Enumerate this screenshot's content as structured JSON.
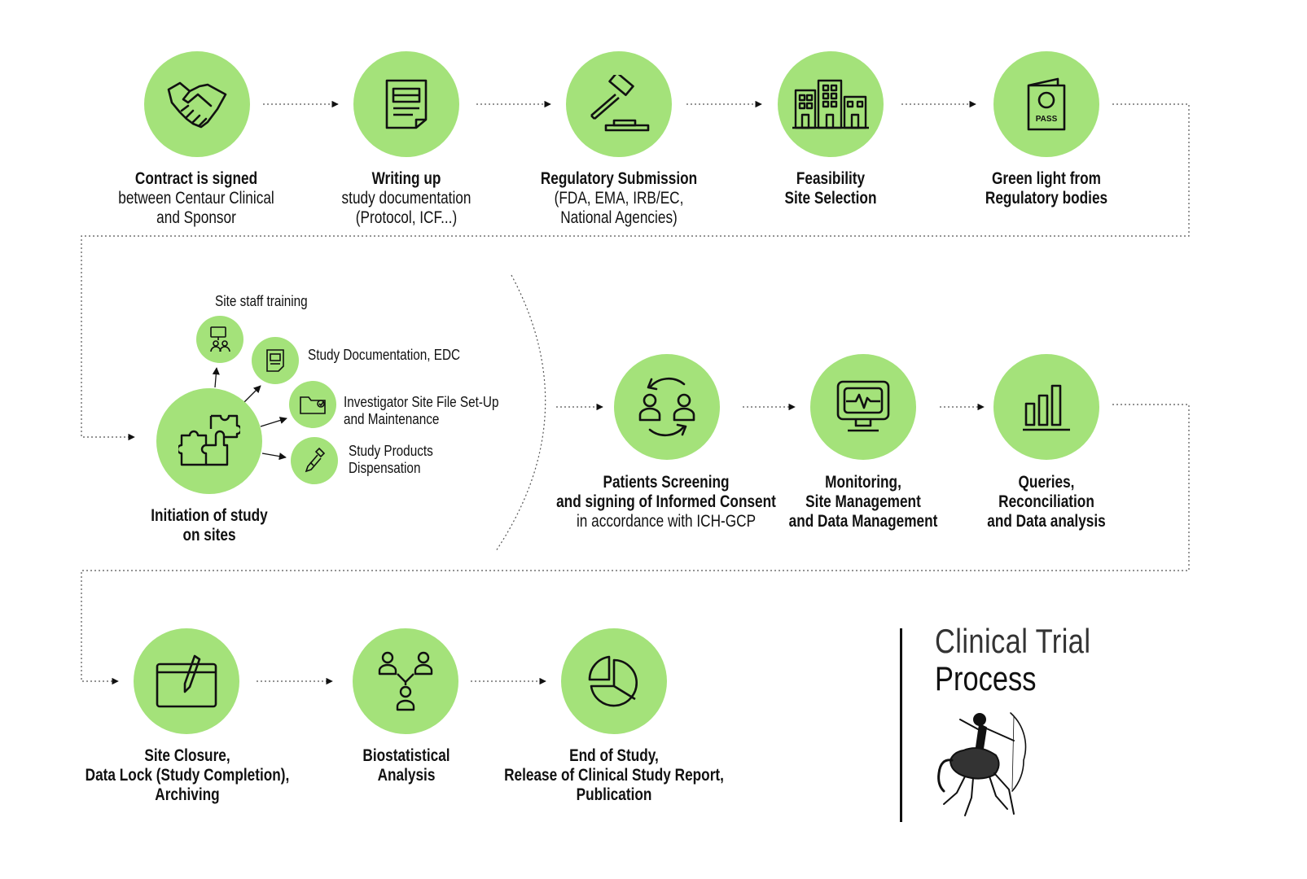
{
  "colors": {
    "circle": "#a4e27a",
    "line": "#555555",
    "text": "#111111"
  },
  "title": {
    "line1": "Clinical Trial",
    "line2": "Process"
  },
  "steps": [
    {
      "icon": "handshake-icon",
      "bold": [
        "Contract is signed"
      ],
      "normal": [
        "between Centaur Clinical",
        "and Sponsor"
      ]
    },
    {
      "icon": "document-icon",
      "bold": [
        "Writing up"
      ],
      "normal": [
        "study documentation",
        "(Protocol, ICF...)"
      ]
    },
    {
      "icon": "gavel-icon",
      "bold": [
        "Regulatory Submission"
      ],
      "normal": [
        "(FDA, EMA, IRB/EC,",
        "National Agencies)"
      ]
    },
    {
      "icon": "buildings-icon",
      "bold": [
        "Feasibility",
        "Site Selection"
      ],
      "normal": []
    },
    {
      "icon": "passport-icon",
      "bold": [
        "Green light from",
        "Regulatory bodies"
      ],
      "normal": []
    },
    {
      "icon": "puzzle-icon",
      "bold": [
        "Initiation of study",
        "on sites"
      ],
      "normal": []
    },
    {
      "icon": "patients-cycle-icon",
      "bold": [
        "Patients Screening",
        "and signing of Informed Consent"
      ],
      "normal": [
        "in accordance with ICH-GCP"
      ]
    },
    {
      "icon": "monitor-icon",
      "bold": [
        "Monitoring,",
        "Site Management",
        "and Data Management"
      ],
      "normal": []
    },
    {
      "icon": "bar-chart-icon",
      "bold": [
        "Queries,",
        "Reconciliation",
        "and Data analysis"
      ],
      "normal": []
    },
    {
      "icon": "tablet-pen-icon",
      "bold": [
        "Site Closure,",
        "Data Lock (Study Completion),",
        "Archiving"
      ],
      "normal": []
    },
    {
      "icon": "network-people-icon",
      "bold": [
        "Biostatistical",
        "Analysis"
      ],
      "normal": []
    },
    {
      "icon": "pie-chart-icon",
      "bold": [
        "End of Study,",
        "Release of Clinical Study Report,",
        "Publication"
      ],
      "normal": []
    }
  ],
  "substeps": [
    {
      "icon": "training-icon",
      "lines": [
        "Site staff training"
      ]
    },
    {
      "icon": "edc-document-icon",
      "lines": [
        "Study Documentation, EDC"
      ]
    },
    {
      "icon": "folder-check-icon",
      "lines": [
        "Investigator Site File Set-Up",
        "and Maintenance"
      ]
    },
    {
      "icon": "pipette-icon",
      "lines": [
        "Study Products",
        "Dispensation"
      ]
    }
  ],
  "logo": {
    "icon": "centaur-archer-logo"
  }
}
